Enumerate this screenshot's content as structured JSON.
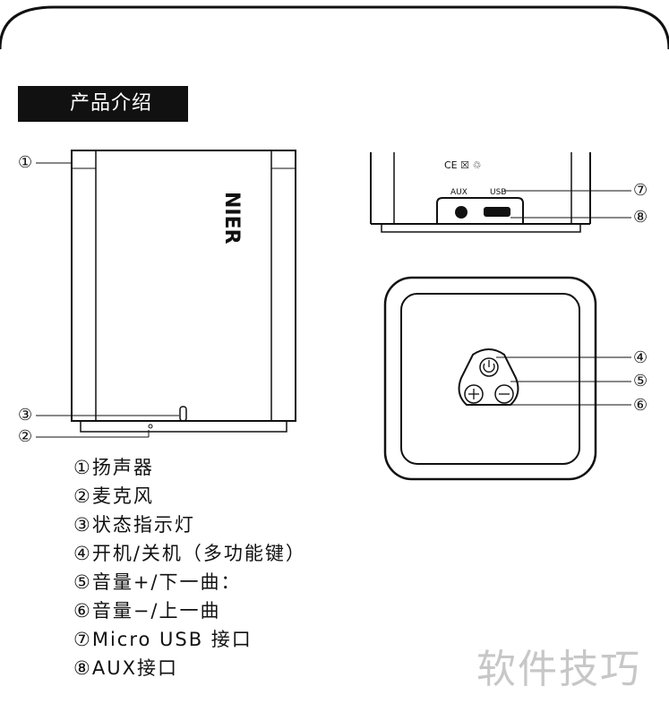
{
  "section_title": "产品介绍",
  "callouts": {
    "c1": "①",
    "c2": "②",
    "c3": "③",
    "c4": "④",
    "c5": "⑤",
    "c6": "⑥",
    "c7": "⑦",
    "c8": "⑧"
  },
  "speaker_logo": "NIER",
  "port_labels": {
    "aux": "AUX",
    "usb": "USB"
  },
  "cert_marks": "CE ☒ ♲",
  "legend": [
    "①扬声器",
    "②麦克风",
    "③状态指示灯",
    "④开机/关机（多功能键）",
    "⑤音量+/下一曲：",
    "⑥音量−/上一曲",
    "⑦Micro USB 接口",
    "⑧AUX接口"
  ],
  "watermark": "软件技巧"
}
